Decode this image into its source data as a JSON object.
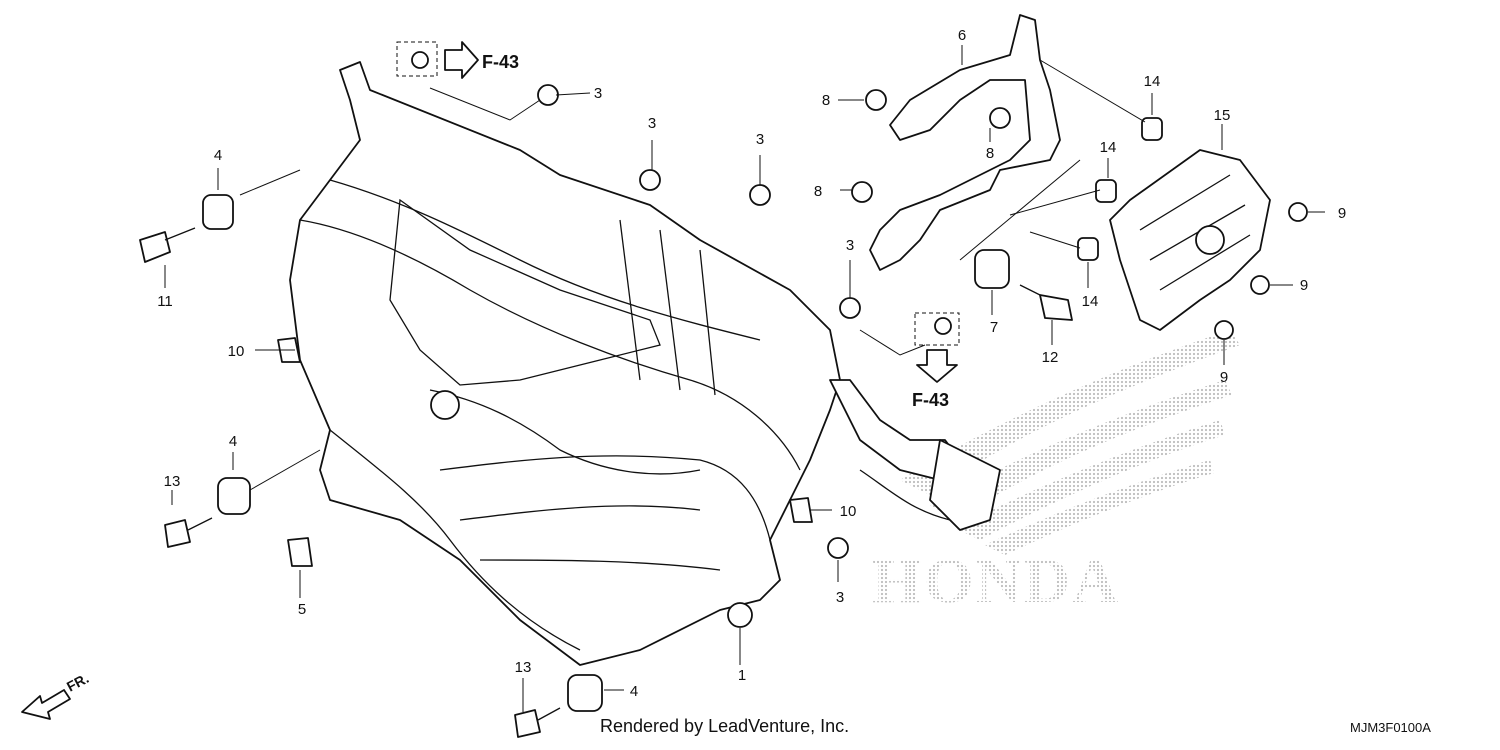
{
  "labels": {
    "p1": "1",
    "p3a": "3",
    "p3b": "3",
    "p3c": "3",
    "p3d": "3",
    "p3e": "3",
    "p4a": "4",
    "p4b": "4",
    "p4c": "4",
    "p5": "5",
    "p6": "6",
    "p7": "7",
    "p8a": "8",
    "p8b": "8",
    "p8c": "8",
    "p9a": "9",
    "p9b": "9",
    "p9c": "9",
    "p10a": "10",
    "p10b": "10",
    "p11": "11",
    "p12": "12",
    "p13a": "13",
    "p13b": "13",
    "p14a": "14",
    "p14b": "14",
    "p14c": "14",
    "p15": "15"
  },
  "refs": {
    "top": "F-43",
    "mid": "F-43"
  },
  "front_label": "FR.",
  "brand": "HONDA",
  "footer": {
    "credit": "Rendered by LeadVenture, Inc.",
    "code": "MJM3F0100A"
  },
  "colors": {
    "line": "#111111",
    "watermark": "#bdbdbd"
  }
}
